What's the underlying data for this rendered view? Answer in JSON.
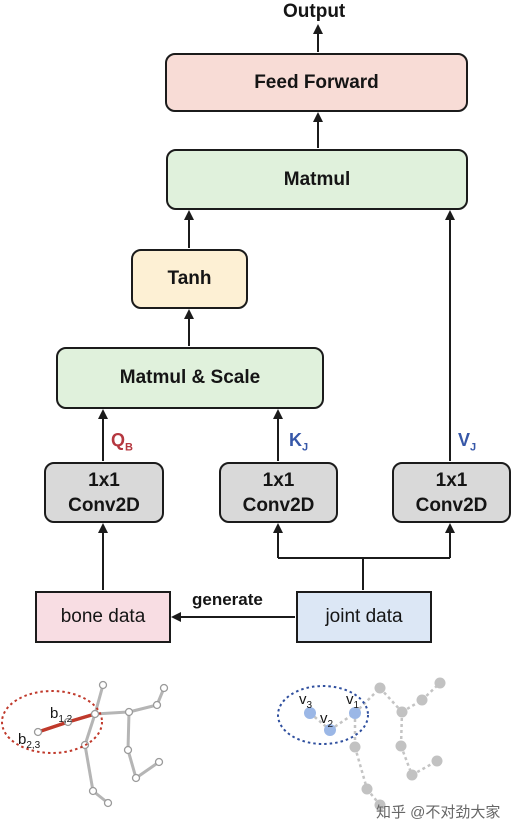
{
  "output_label": "Output",
  "boxes": {
    "feed_forward": "Feed Forward",
    "matmul": "Matmul",
    "tanh": "Tanh",
    "matmul_scale": "Matmul & Scale",
    "conv_line1": "1x1",
    "conv_line2": "Conv2D",
    "bone_data": "bone data",
    "joint_data": "joint data"
  },
  "edge_labels": {
    "q_main": "Q",
    "q_sub": "B",
    "k_main": "K",
    "k_sub": "J",
    "v_main": "V",
    "v_sub": "J",
    "generate": "generate"
  },
  "skeleton_labels": {
    "b12_main": "b",
    "b12_sub": "1,2",
    "b23_main": "b",
    "b23_sub": "2,3",
    "v1_main": "v",
    "v1_sub": "1",
    "v2_main": "v",
    "v2_sub": "2",
    "v3_main": "v",
    "v3_sub": "3"
  },
  "watermark": "知乎 @不对劲大家",
  "colors": {
    "feed_forward_fill": "#f8dcd6",
    "matmul_fill": "#e0f1dc",
    "tanh_fill": "#fdf0d4",
    "conv_fill": "#d9d9d9",
    "bone_fill": "#f8dde3",
    "joint_fill": "#dce7f5",
    "q_color": "#b5373f",
    "kv_color": "#3657a8",
    "bone_highlight": "#c0392b",
    "joint_highlight": "#9bb7e6",
    "skeleton_gray": "#b5b5b5"
  }
}
